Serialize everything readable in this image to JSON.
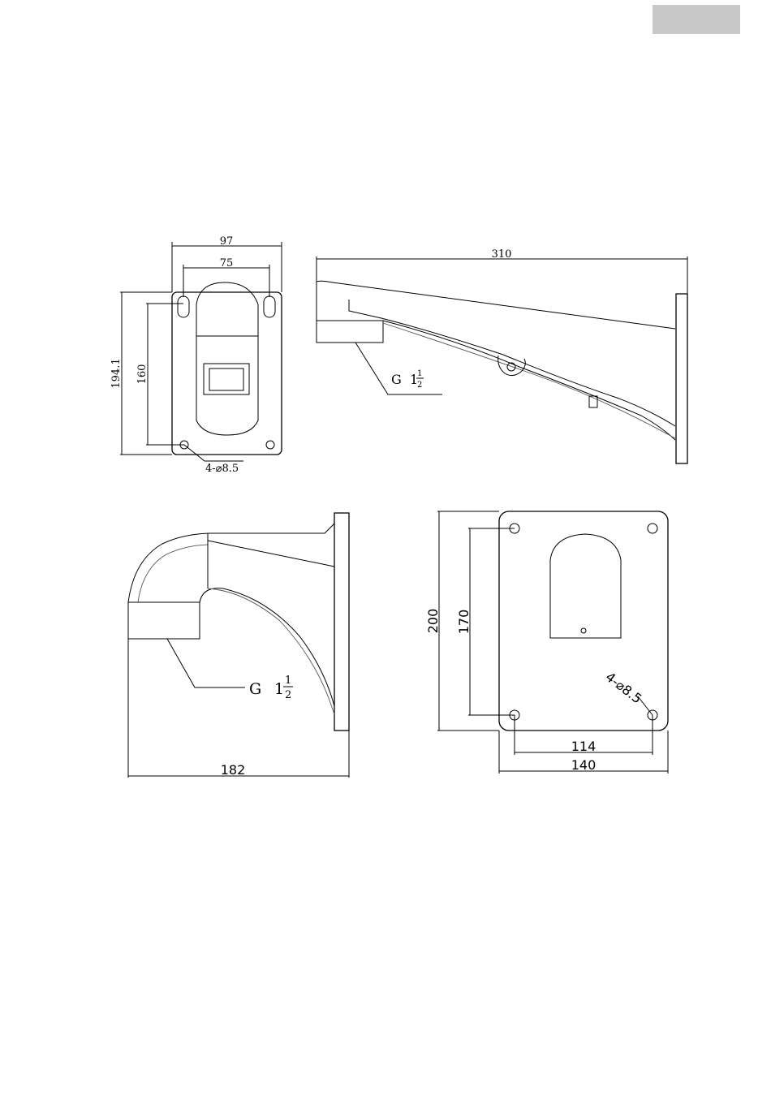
{
  "front_view": {
    "dim_width_outer": "97",
    "dim_width_inner": "75",
    "dim_height_outer": "194.1",
    "dim_height_inner": "160",
    "holes_label": "4-⌀8.5"
  },
  "side_view_top": {
    "dim_length": "310",
    "thread_label": "G",
    "thread_whole": "1",
    "thread_num": "1",
    "thread_den": "2"
  },
  "side_view_bottom": {
    "dim_length": "182",
    "thread_label": "G",
    "thread_whole": "1",
    "thread_num": "1",
    "thread_den": "2"
  },
  "base_plate": {
    "dim_height_outer": "200",
    "dim_height_inner": "170",
    "dim_width_inner": "114",
    "dim_width_outer": "140",
    "holes_label": "4-⌀8.5"
  }
}
